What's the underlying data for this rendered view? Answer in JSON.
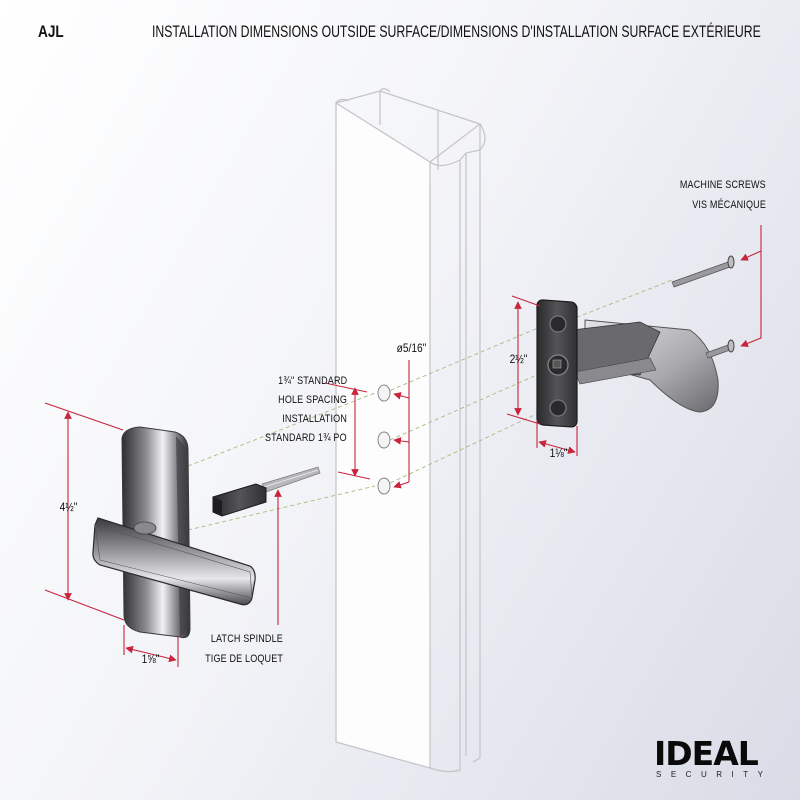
{
  "header": {
    "model": "AJL",
    "title": "INSTALLATION DIMENSIONS OUTSIDE SURFACE/DIMENSIONS D'INSTALLATION SURFACE EXTÉRIEURE"
  },
  "callouts": {
    "machine_screws": {
      "en": "MACHINE SCREWS",
      "fr": "VIS MÉCANIQUE"
    },
    "hole_spacing": {
      "line1": "1¾\" STANDARD",
      "line2": "HOLE SPACING",
      "line3": "INSTALLATION",
      "line4": "STANDARD 1¾ PO"
    },
    "latch_spindle": {
      "en": "LATCH SPINDLE",
      "fr": "TIGE DE LOQUET"
    }
  },
  "dimensions": {
    "hole_diameter": "ø5/16\"",
    "inside_plate_height": "2½\"",
    "inside_plate_width": "1⅛\"",
    "handle_height": "4½\"",
    "handle_width": "1⅝\""
  },
  "brand": {
    "name": "IDEAL",
    "tagline": "SECURITY"
  },
  "colors": {
    "dimension_line": "#c8243c",
    "guide_line": "#9fbf7f",
    "frame_outline": "#c4c4c8",
    "metal_dark": "#3a3a3c"
  }
}
